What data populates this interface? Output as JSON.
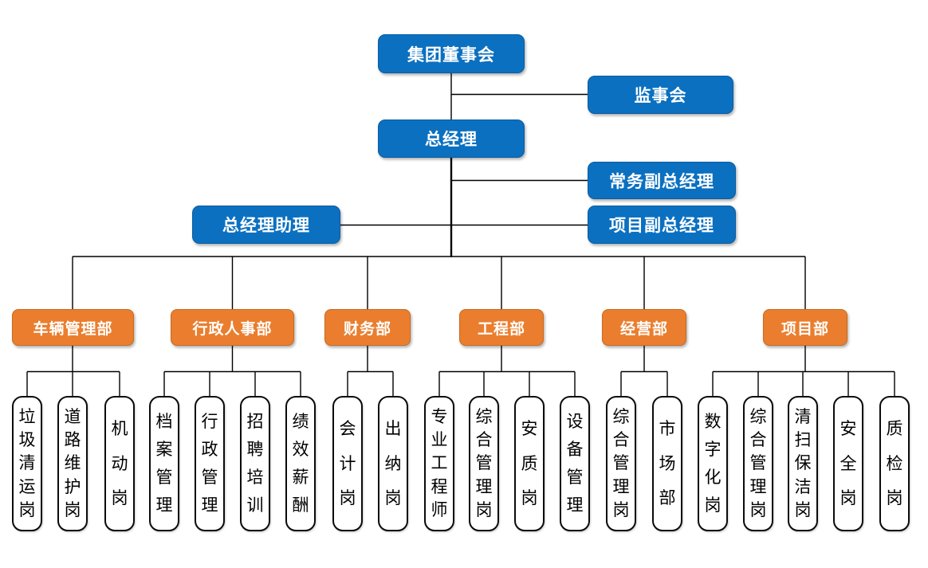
{
  "colors": {
    "executive_box": "#0b70c0",
    "executive_border": "#0a5ca2",
    "department_box": "#ea7e2e",
    "department_border": "#c96a1d",
    "position_box": "#ffffff",
    "position_border": "#0b0b0b",
    "connector_line": "#000000",
    "text_on_color": "#ffffff",
    "text_on_white": "#000000"
  },
  "executives": {
    "board": "集团董事会",
    "supervisory": "监事会",
    "general_manager": "总经理",
    "deputy_gm_executive": "常务副总经理",
    "gm_assistant": "总经理助理",
    "deputy_gm_project": "项目副总经理"
  },
  "departments": [
    {
      "name": "车辆管理部",
      "positions": [
        "垃圾清运岗",
        "道路维护岗",
        "机动岗"
      ]
    },
    {
      "name": "行政人事部",
      "positions": [
        "档案管理",
        "行政管理",
        "招聘培训",
        "绩效薪酬"
      ]
    },
    {
      "name": "财务部",
      "positions": [
        "会计岗",
        "出纳岗"
      ]
    },
    {
      "name": "工程部",
      "positions": [
        "专业工程师",
        "综合管理岗",
        "安质岗",
        "设备管理"
      ]
    },
    {
      "name": "经营部",
      "positions": [
        "综合管理岗",
        "市场部"
      ]
    },
    {
      "name": "项目部",
      "positions": [
        "数字化岗",
        "综合管理岗",
        "清扫保洁岗",
        "安全岗",
        "质检岗"
      ]
    }
  ]
}
